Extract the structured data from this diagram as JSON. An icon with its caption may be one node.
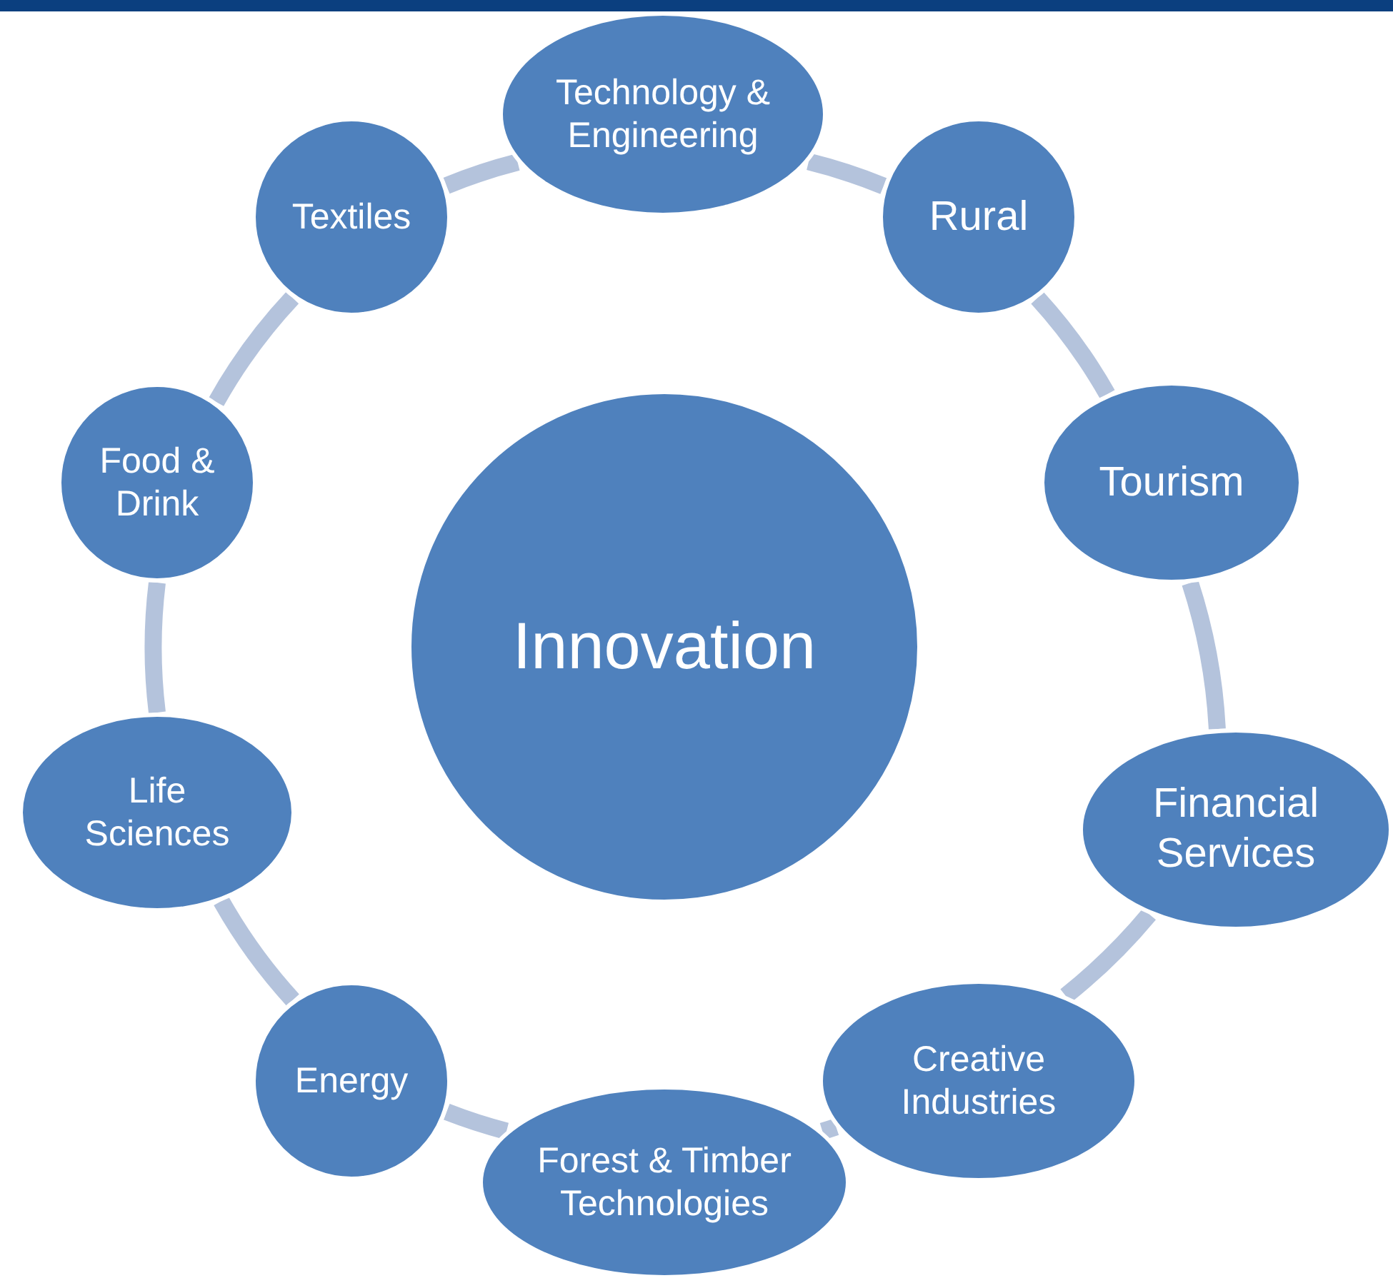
{
  "diagram": {
    "nodes": [
      {
        "text": [
          "Innovation"
        ]
      },
      {
        "text": [
          "Technology & Engineering"
        ]
      },
      {
        "text": [
          "Rural"
        ]
      },
      {
        "text": [
          "Tourism"
        ]
      },
      {
        "text": [
          "Financial Services"
        ]
      },
      {
        "text": [
          "Creative Industries"
        ]
      },
      {
        "text": [
          "Forest & Timber Technologies"
        ]
      },
      {
        "text": [
          "Energy"
        ]
      },
      {
        "text": [
          "Life Sciences"
        ]
      },
      {
        "text": [
          "Food & Drink"
        ]
      },
      {
        "text": [
          "Textiles"
        ]
      }
    ],
    "edges": [
      {
        "from": 1,
        "to": 2,
        "arrow": "none"
      },
      {
        "from": 2,
        "to": 3,
        "arrow": "none"
      },
      {
        "from": 3,
        "to": 4,
        "arrow": "none"
      },
      {
        "from": 4,
        "to": 5,
        "arrow": "none"
      },
      {
        "from": 5,
        "to": 6,
        "arrow": "none"
      },
      {
        "from": 6,
        "to": 7,
        "arrow": "none"
      },
      {
        "from": 7,
        "to": 8,
        "arrow": "none"
      },
      {
        "from": 8,
        "to": 9,
        "arrow": "none"
      },
      {
        "from": 9,
        "to": 10,
        "arrow": "none"
      },
      {
        "from": 10,
        "to": 1,
        "arrow": "none"
      }
    ]
  }
}
